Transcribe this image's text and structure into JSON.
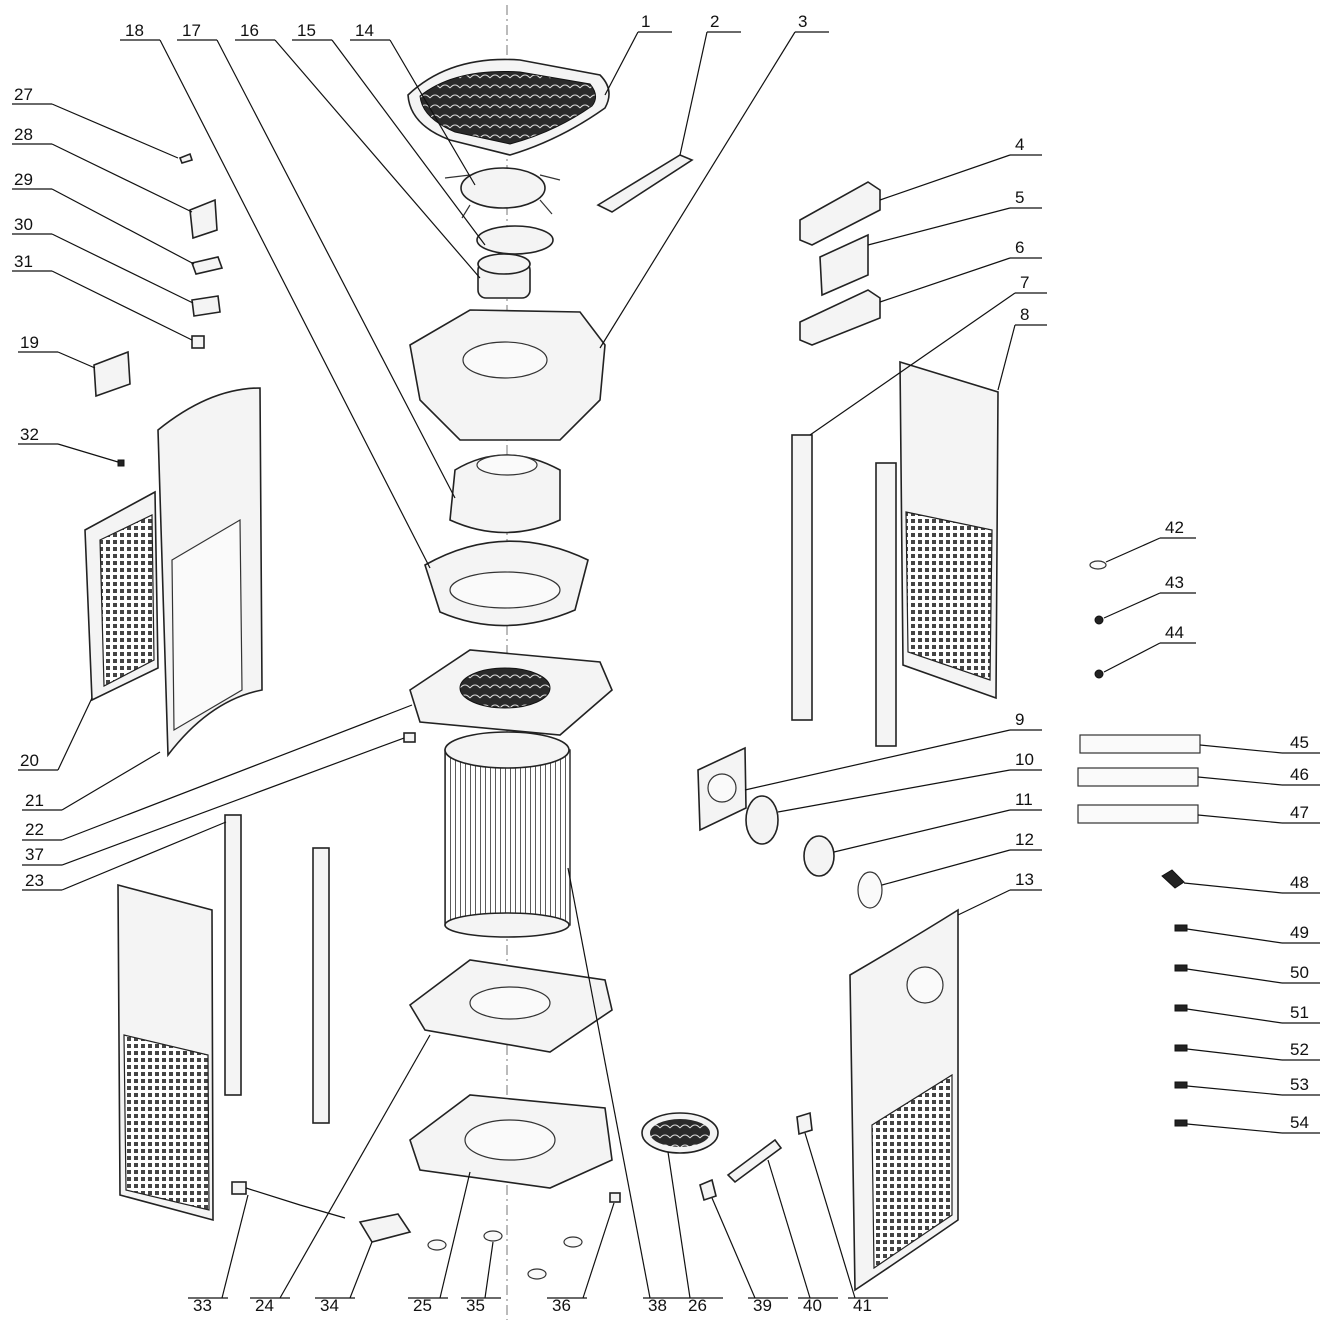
{
  "diagram": {
    "labels": [
      "1",
      "2",
      "3",
      "4",
      "5",
      "6",
      "7",
      "8",
      "9",
      "10",
      "11",
      "12",
      "13",
      "14",
      "15",
      "16",
      "17",
      "18",
      "19",
      "20",
      "21",
      "22",
      "23",
      "24",
      "25",
      "26",
      "27",
      "28",
      "29",
      "30",
      "31",
      "32",
      "33",
      "34",
      "35",
      "36",
      "37",
      "38",
      "39",
      "40",
      "41",
      "42",
      "43",
      "44",
      "45",
      "46",
      "47",
      "48",
      "49",
      "50",
      "51",
      "52",
      "53",
      "54"
    ],
    "colors": {
      "line": "#222222",
      "fill": "#f4f4f4",
      "background": "#ffffff"
    }
  }
}
